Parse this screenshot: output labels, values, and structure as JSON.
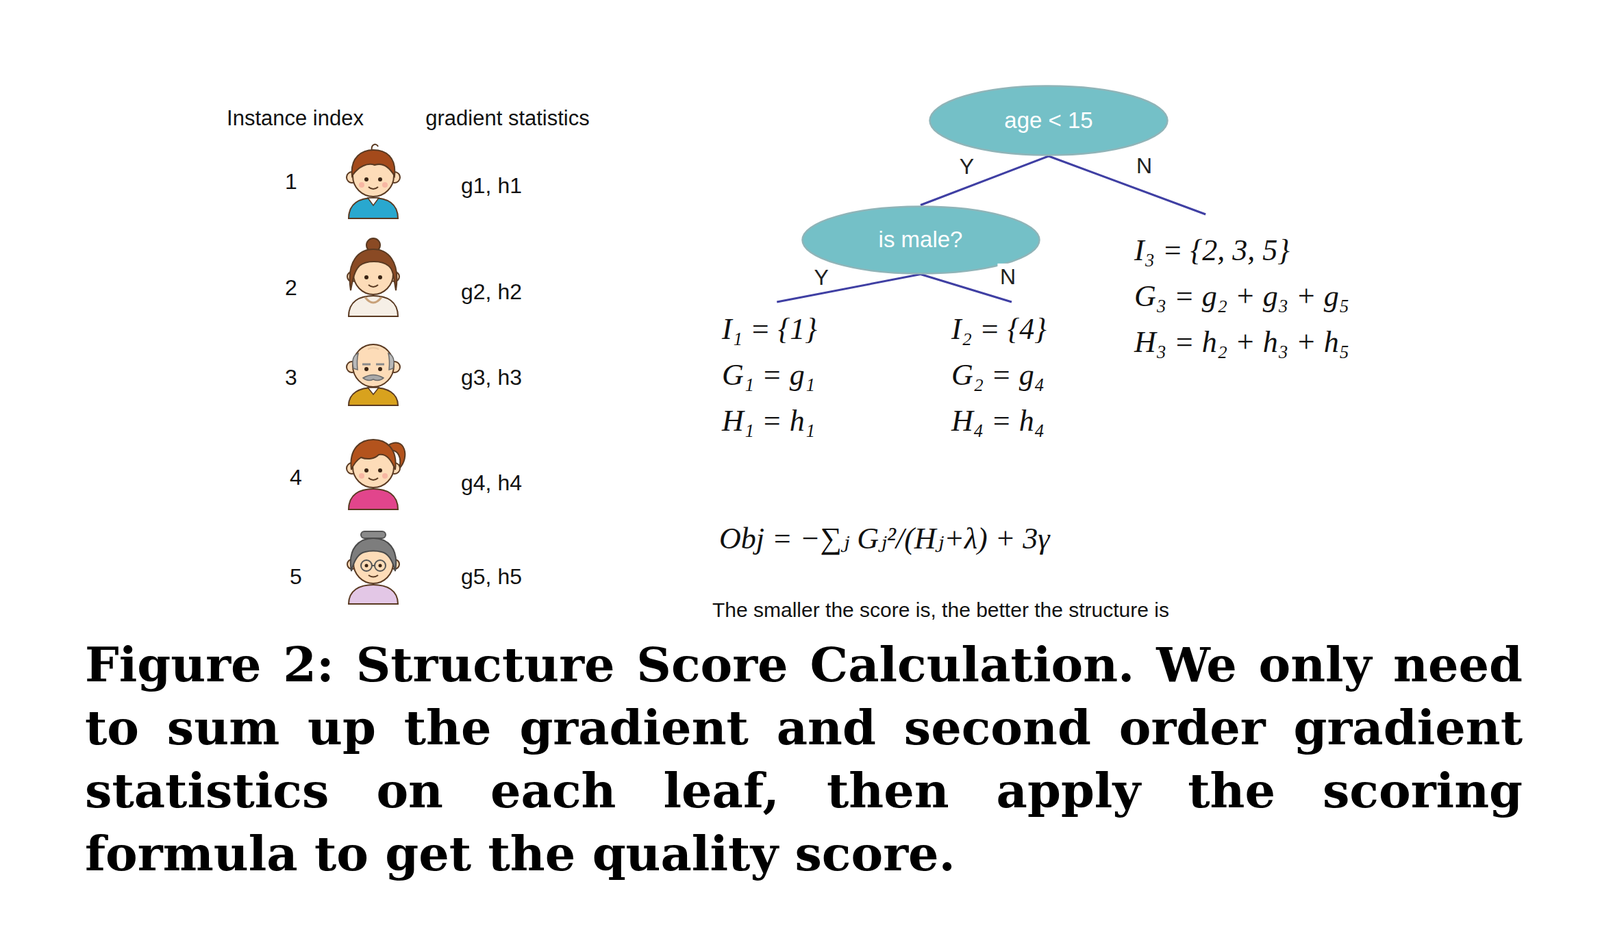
{
  "diagram": {
    "caption": "Figure 2: Structure Score Calculation. We only need to sum up the gradient and second order gradient statistics on each leaf, then apply the scoring formula to get the quality score.",
    "nodes": [
      {
        "text": [
          "age < 15"
        ]
      },
      {
        "text": [
          "is male?"
        ]
      },
      {
        "text": [
          "I₁ = {1}",
          "G₁ = g₁",
          "H₁ = h₁"
        ]
      },
      {
        "text": [
          "I₂ = {4}",
          "G₂ = g₄",
          "H₄ = h₄"
        ]
      },
      {
        "text": [
          "I₃ = {2, 3, 5}",
          "G₃ = g₂ + g₃ + g₅",
          "H₃ = h₂ + h₃ + h₅"
        ]
      }
    ],
    "edges": [
      {
        "from": 0,
        "to": 1,
        "label": "Y",
        "arrow": "none"
      },
      {
        "from": 0,
        "to": 4,
        "label": "N",
        "arrow": "none"
      },
      {
        "from": 1,
        "to": 2,
        "label": "Y",
        "arrow": "none"
      },
      {
        "from": 1,
        "to": 3,
        "label": "N",
        "arrow": "none"
      }
    ],
    "labels": [
      "Instance index",
      "gradient statistics",
      "1",
      "g1, h1",
      "2",
      "g2, h2",
      "3",
      "g3, h3",
      "4",
      "g4, h4",
      "5",
      "g5, h5",
      "Obj = −∑ⱼ Gⱼ²/(Hⱼ+λ) + 3γ",
      "The smaller the score is, the better the structure is"
    ]
  }
}
